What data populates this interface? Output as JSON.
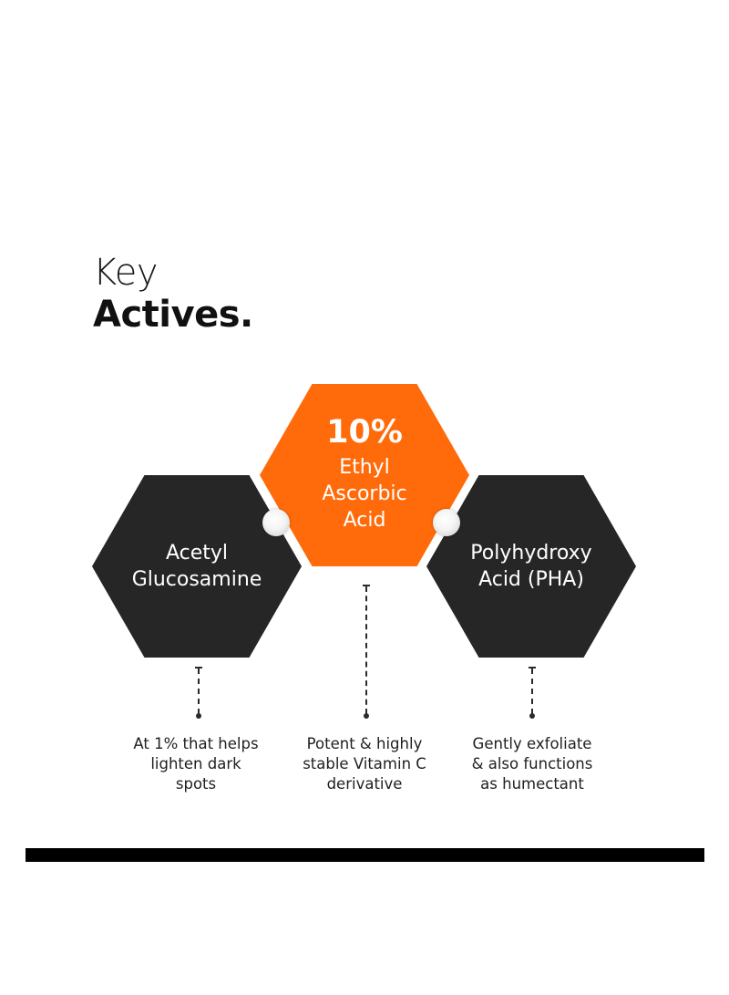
{
  "heading": {
    "light": "Key",
    "bold": "Actives."
  },
  "actives": [
    {
      "name": "Acetyl\nGlucosamine",
      "description": "At 1% that helps\nlighten dark\nspots",
      "color": "#262626"
    },
    {
      "percent": "10%",
      "name": "Ethyl Ascorbic\nAcid",
      "description": "Potent & highly\nstable Vitamin C\nderivative",
      "color": "#ff6b0a"
    },
    {
      "name": "Polyhydroxy\nAcid (PHA)",
      "description": "Gently exfoliate\n& also functions\nas humectant",
      "color": "#262626"
    }
  ],
  "colors": {
    "accent": "#ff6b0a",
    "dark": "#262626",
    "text": "#1b1b1b",
    "bar": "#000000"
  }
}
